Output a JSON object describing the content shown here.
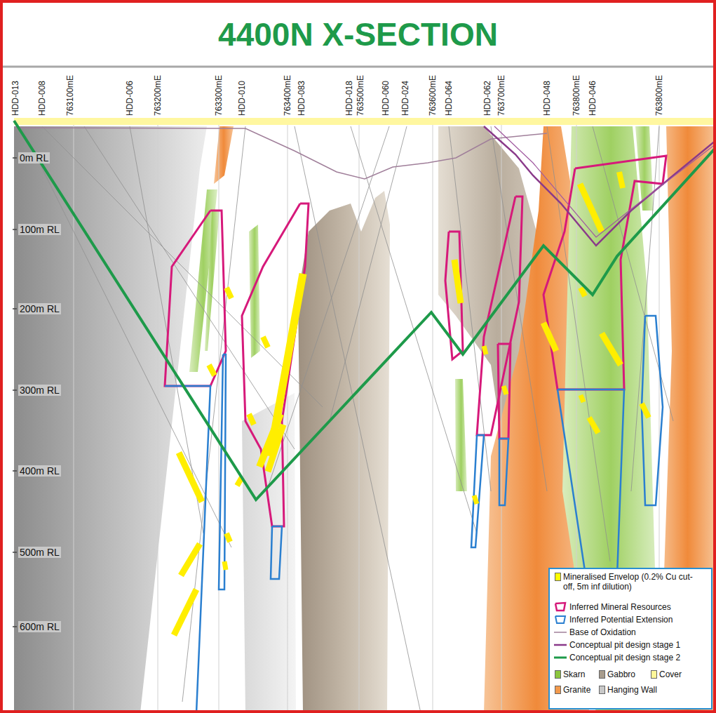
{
  "diagram": {
    "title": "4400N X-SECTION",
    "labels": [
      "HDD-013",
      "HDD-008",
      "763100mE",
      "HDD-006",
      "763200mE",
      "763300mE",
      "HDD-010",
      "763400mE",
      "HDD-083",
      "HDD-018",
      "763500mE",
      "HDD-060",
      "HDD-024",
      "763600mE",
      "HDD-064",
      "HDD-062",
      "763700mE",
      "HDD-048",
      "763800mE",
      "HDD-046",
      "763800mE",
      "0m RL",
      "100m RL",
      "200m RL",
      "300m RL",
      "400m RL",
      "500m RL",
      "600m RL"
    ],
    "legend": [
      {
        "text": "Mineralised Envelop (0.2% Cu cut-off, 5m inf dilution)",
        "color": "#ffff00"
      },
      {
        "text": "Inferred Mineral Resources"
      },
      {
        "text": "Inferred Potential Extension"
      },
      {
        "text": "Base of Oxidation"
      },
      {
        "text": "Conceptual pit design stage 1"
      },
      {
        "text": "Conceptual pit design stage 2"
      },
      {
        "text": "Skarn",
        "color": "#8cc63e"
      },
      {
        "text": "Gabbro",
        "color": "#a89c8c"
      },
      {
        "text": "Cover",
        "color": "#fff799"
      },
      {
        "text": "Granite",
        "color": "#f39a4c"
      },
      {
        "text": "Hanging Wall",
        "color": "#c8c8c8"
      }
    ]
  }
}
